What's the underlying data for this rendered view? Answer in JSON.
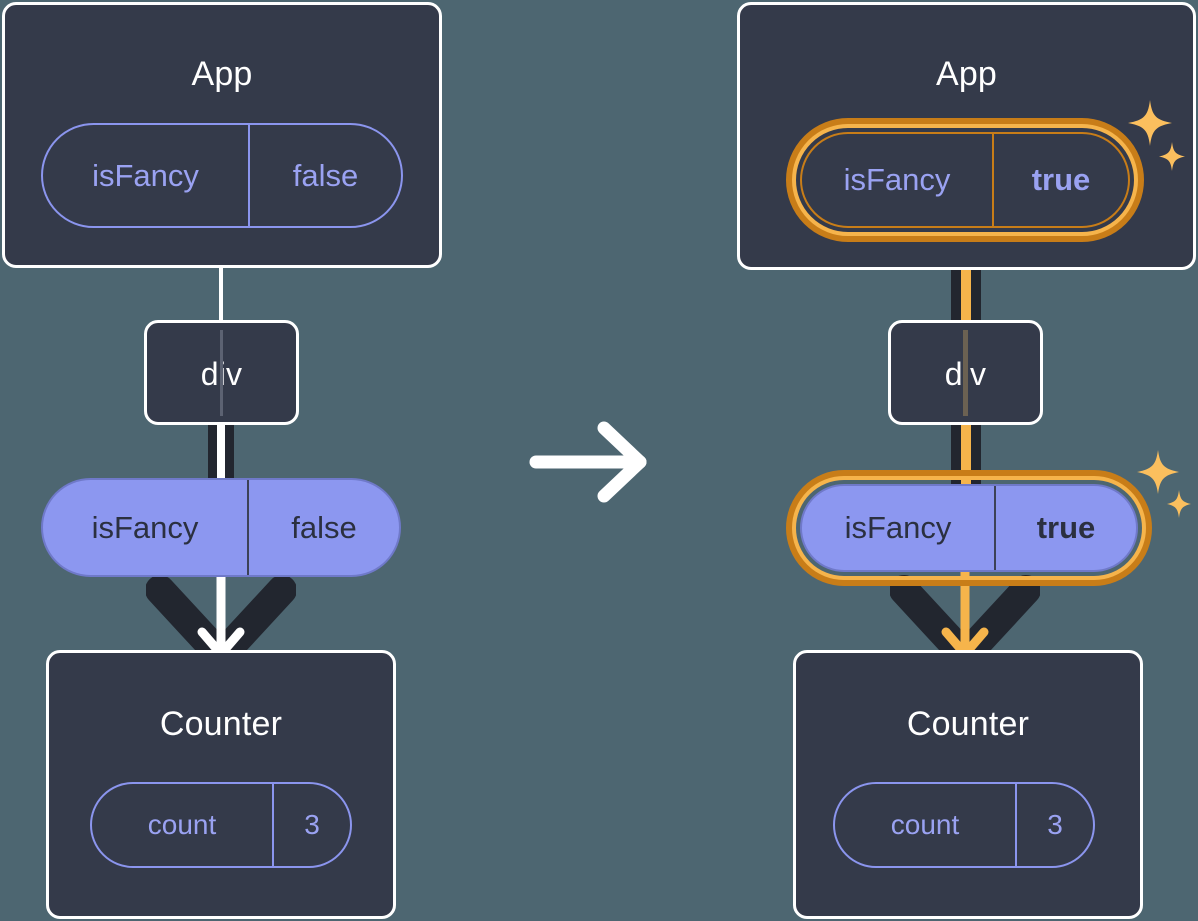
{
  "diagram": {
    "type": "react-state-propagation",
    "transition_icon": "arrow-right-icon",
    "colors": {
      "background": "#4d6671",
      "card_fill": "#343a4a",
      "card_border": "#ffffff",
      "pill_purple": "#8c97f0",
      "pill_outline": "#8b95ee",
      "highlight_orange_outer": "#c87d18",
      "highlight_orange_inner": "#f6b44b",
      "sparkle": "#fbbf5e",
      "line_dark": "#22262f"
    },
    "before": {
      "app": {
        "title": "App",
        "state_pill": {
          "key": "isFancy",
          "value": "false",
          "highlighted": false,
          "style": "outline"
        }
      },
      "div": {
        "label": "div"
      },
      "prop_pill": {
        "key": "isFancy",
        "value": "false",
        "highlighted": false,
        "style": "solid"
      },
      "counter": {
        "title": "Counter",
        "state_pill": {
          "key": "count",
          "value": "3",
          "highlighted": false,
          "style": "outline"
        }
      }
    },
    "after": {
      "app": {
        "title": "App",
        "state_pill": {
          "key": "isFancy",
          "value": "true",
          "highlighted": true,
          "style": "outline"
        },
        "sparkle_icon": "sparkles-icon"
      },
      "div": {
        "label": "div"
      },
      "prop_pill": {
        "key": "isFancy",
        "value": "true",
        "highlighted": true,
        "style": "solid"
      },
      "prop_sparkle_icon": "sparkles-icon",
      "counter": {
        "title": "Counter",
        "state_pill": {
          "key": "count",
          "value": "3",
          "highlighted": false,
          "style": "outline"
        }
      }
    }
  }
}
